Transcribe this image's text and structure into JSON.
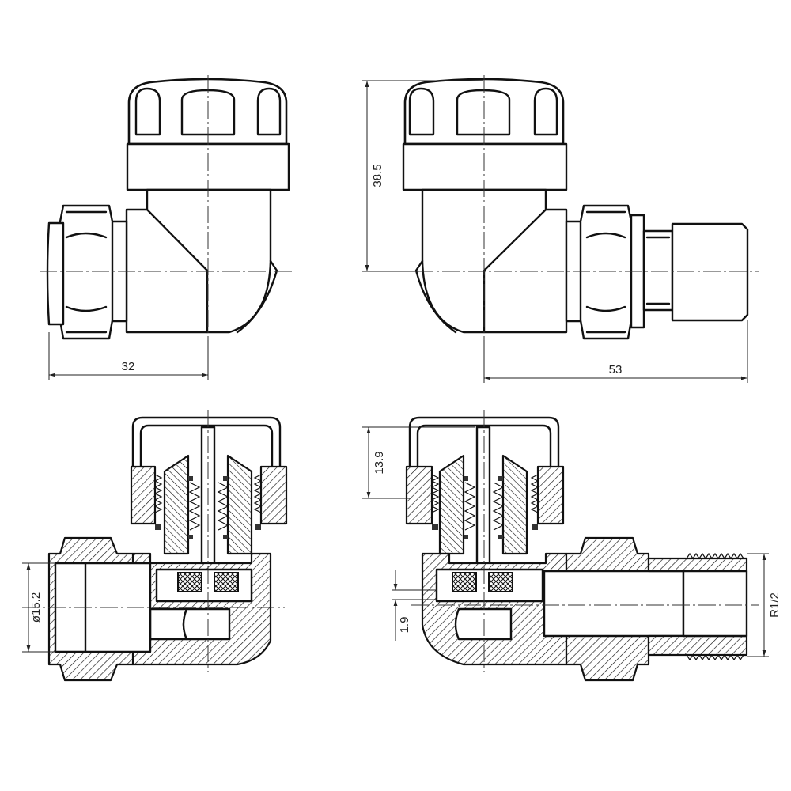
{
  "drawing": {
    "type": "technical-drawing",
    "subject": "angled radiator valve, elevation views and sections",
    "dimensions": {
      "width_left_view": "32",
      "height_right_view": "38.5",
      "width_right_view": "53",
      "cap_height_section": "13.9",
      "pipe_diameter": "ø15.2",
      "offset_small": "1.9",
      "thread": "R1/2"
    }
  }
}
